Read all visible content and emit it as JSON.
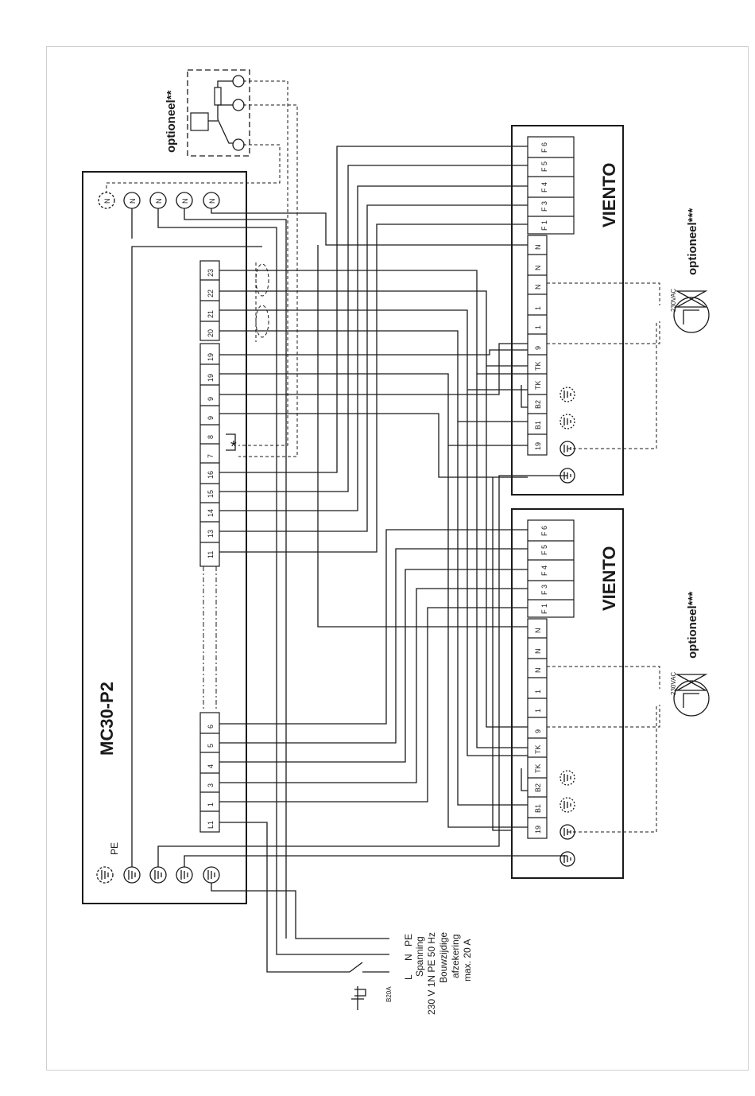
{
  "controller": {
    "title": "MC30-P2",
    "pe_label": "PE",
    "neutral_terminals": [
      "N",
      "N",
      "N",
      "N",
      "N"
    ],
    "terminals_top": [
      "23",
      "22",
      "21",
      "20",
      "19",
      "19",
      "9",
      "9",
      "8",
      "7",
      "16",
      "15",
      "14",
      "13",
      "11"
    ],
    "terminals_bottom": [
      "6",
      "5",
      "4",
      "3",
      "1",
      "L1"
    ]
  },
  "star_mark": "*",
  "optional_thermostat": {
    "label": "optioneel**"
  },
  "viento_units": [
    {
      "title": "VIENTO",
      "optional_label": "optioneel***",
      "valve_voltage": "230VAC",
      "top_terminals": [
        "F 6",
        "F 5",
        "F 4",
        "F 3",
        "F 1"
      ],
      "bottom_terminals": [
        "N",
        "N",
        "N",
        "1",
        "1",
        "9",
        "TK",
        "TK",
        "B2",
        "B1",
        "19"
      ]
    },
    {
      "title": "VIENTO",
      "optional_label": "optioneel***",
      "valve_voltage": "230VAC",
      "top_terminals": [
        "F 6",
        "F 5",
        "F 4",
        "F 3",
        "F 1"
      ],
      "bottom_terminals": [
        "N",
        "N",
        "N",
        "1",
        "1",
        "9",
        "TK",
        "TK",
        "B2",
        "B1",
        "19"
      ]
    }
  ],
  "supply": {
    "lines": [
      "L",
      "N",
      "PE"
    ],
    "breaker": "B20A",
    "text": [
      "Spanning",
      "230 V 1N PE 50 Hz",
      "Bouwzijdige",
      "afzekering",
      "max. 20 A"
    ]
  }
}
